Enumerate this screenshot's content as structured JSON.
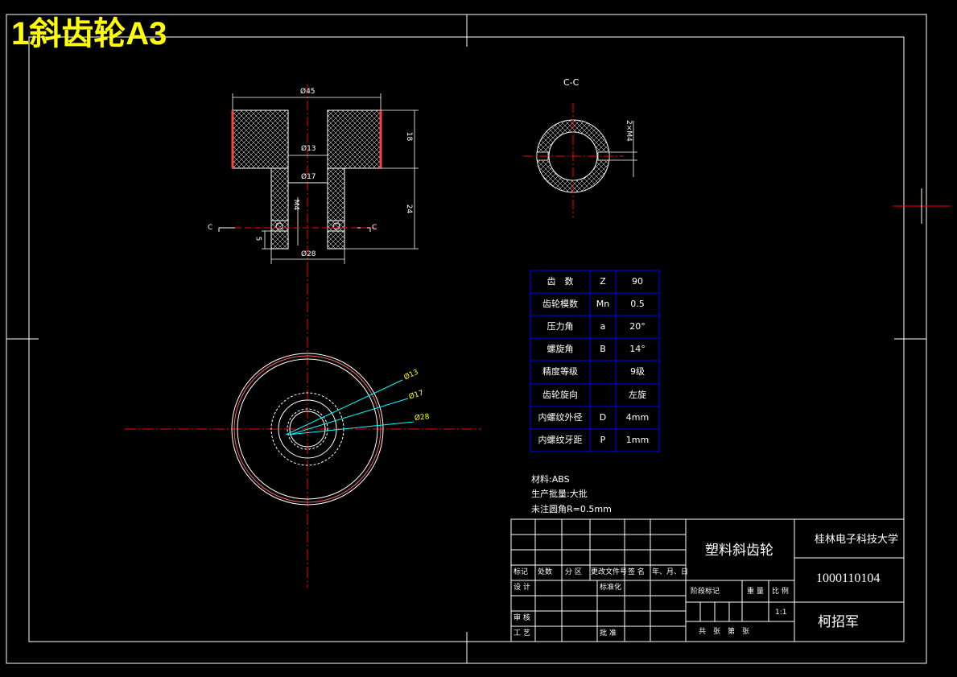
{
  "title": "1斜齿轮A3",
  "section_label": "C-C",
  "cut_marks": {
    "left": "C",
    "right": "C"
  },
  "front_dims": {
    "d45": "Ø45",
    "d13": "Ø13",
    "d17": "Ø17",
    "d28": "Ø28",
    "h18": "18",
    "h24": "24",
    "h5": "5",
    "m4": "M4"
  },
  "section_dim": "2×M4",
  "plan_dims": {
    "d13": "Ø13",
    "d17": "Ø17",
    "d28": "Ø28"
  },
  "gear_params": {
    "rows": [
      [
        "齿　数",
        "Z",
        "90"
      ],
      [
        "齿轮模数",
        "Mn",
        "0.5"
      ],
      [
        "压力角",
        "a",
        "20°"
      ],
      [
        "螺旋角",
        "B",
        "14°"
      ],
      [
        "精度等级",
        "",
        "9级"
      ],
      [
        "齿轮旋向",
        "",
        "左旋"
      ],
      [
        "内螺纹外径",
        "D",
        "4mm"
      ],
      [
        "内螺纹牙距",
        "P",
        "1mm"
      ]
    ]
  },
  "notes": {
    "material": "材料:ABS",
    "batch": "生产批量:大批",
    "fillet": "未注圆角R=0.5mm"
  },
  "title_block": {
    "part_name": "塑料斜齿轮",
    "school": "桂林电子科技大学",
    "drawing_no": "1000110104",
    "author": "柯招军",
    "scale": "1:1",
    "hdr_mark": "标记",
    "hdr_count": "处数",
    "hdr_zone": "分 区",
    "hdr_doc": "更改文件号",
    "hdr_sign": "签 名",
    "hdr_date": "年、月、日",
    "design": "设 计",
    "standard": "标准化",
    "review": "审 核",
    "process": "工 艺",
    "approve": "批 准",
    "stage_mark": "阶段标记",
    "weight": "重 量",
    "ratio": "比 例",
    "sheets": "共　张　第　张"
  },
  "colors": {
    "line": "#ffffff",
    "center": "#ff0000",
    "leader": "#00ffff",
    "table": "#0000ff",
    "title": "#ffff00"
  }
}
